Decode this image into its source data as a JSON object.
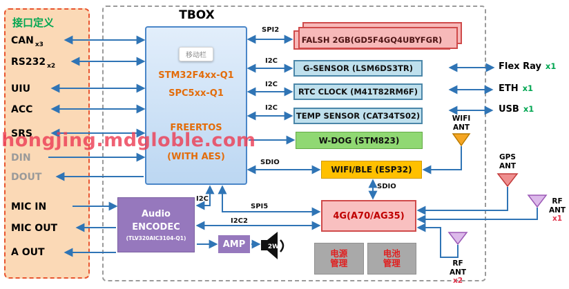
{
  "colors": {
    "arrow_blue": "#2f74b5",
    "panel_bg": "#fbd9b6",
    "panel_border": "#e8542e",
    "title_green": "#00a651",
    "cpu_text_orange": "#e36c09",
    "flash_pink": "#f7b9b9",
    "sensor_blue": "#bfe0ed",
    "wdog_green": "#90d873",
    "wifi_amber": "#ffc000",
    "fourg_pink": "#f9c0c0",
    "fourg_text_red": "#c00000",
    "audio_purple": "#9678bd",
    "power_gray": "#a9a9a9",
    "power_text_red": "#e02020",
    "count_green": "#00a651",
    "count_red": "#e03048",
    "watermark_red": "#eb3e55"
  },
  "watermark": "hongjing.mdgloble.com",
  "panel": {
    "title": "接口定义",
    "items": [
      {
        "label": "CAN",
        "count": "x3"
      },
      {
        "label": "RS232",
        "count": "x2"
      },
      {
        "label": "UIU",
        "count": ""
      },
      {
        "label": "ACC",
        "count": ""
      },
      {
        "label": "SRS",
        "count": ""
      },
      {
        "label": "DIN",
        "count": ""
      },
      {
        "label": "DOUT",
        "count": ""
      },
      {
        "label": "MIC IN",
        "count": ""
      },
      {
        "label": "MIC OUT",
        "count": ""
      },
      {
        "label": "A OUT",
        "count": ""
      }
    ]
  },
  "tbox": {
    "title": "TBOX",
    "cpu": {
      "tooltip": "移动栏",
      "line1": "STM32F4xx-Q1",
      "line2": "SPC5xx-Q1",
      "line3": "FREERTOS",
      "line4": "(WITH AES)"
    },
    "flash": "FALSH 2GB(GD5F4GQ4UBYFGR)",
    "gsensor": "G-SENSOR (LSM6DS3TR)",
    "rtc": "RTC CLOCK (M41T82RM6F)",
    "temp": "TEMP SENSOR (CAT34TS02)",
    "wdog": "W-DOG (STM823)",
    "wifible": "WIFI/BLE (ESP32)",
    "fourg": "4G(A70/AG35)",
    "audio": {
      "line1": "Audio",
      "line2": "ENCODEC",
      "line3": "(TLV320AIC3104-Q1)"
    },
    "amp": "AMP",
    "speaker": "2W",
    "power": {
      "cell1_line1": "电源",
      "cell1_line2": "管理",
      "cell2_line1": "电池",
      "cell2_line2": "管理"
    },
    "buses": {
      "spi2": "SPI2",
      "i2c": "I2C",
      "sdio": "SDIO",
      "spi5": "SPI5",
      "i2c2": "I2C2"
    }
  },
  "right": {
    "flexray": {
      "label": "Flex Ray",
      "count": "x1"
    },
    "eth": {
      "label": "ETH",
      "count": "x1"
    },
    "usb": {
      "label": "USB",
      "count": "x1"
    },
    "wifi_ant": {
      "line1": "WIFI",
      "line2": "ANT"
    },
    "gps_ant": {
      "line1": "GPS",
      "line2": "ANT"
    },
    "rf_ant1": {
      "line1": "RF",
      "line2": "ANT",
      "count": "x1"
    },
    "rf_ant2": {
      "line1": "RF",
      "line2": "ANT",
      "count": "x2"
    }
  }
}
